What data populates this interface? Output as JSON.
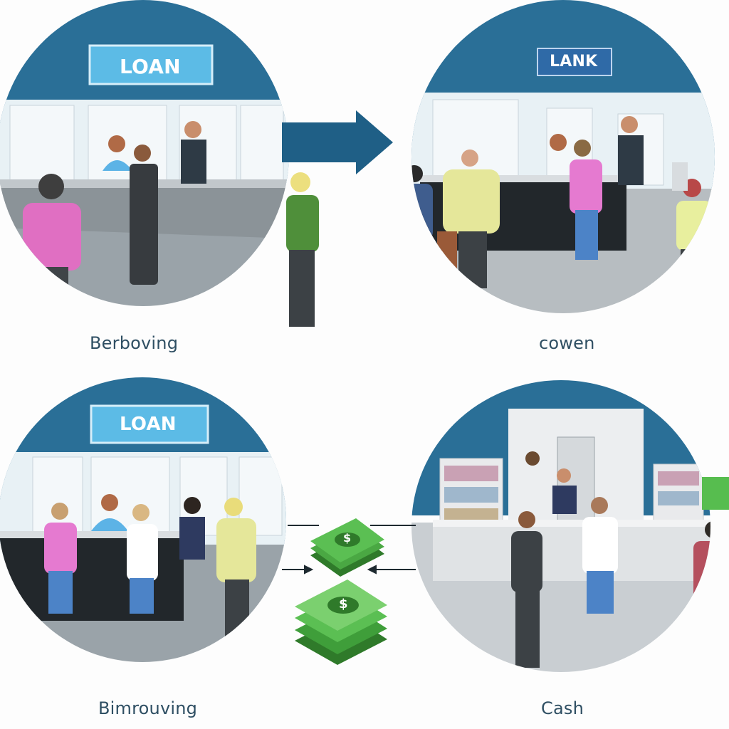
{
  "scenes": [
    {
      "sign": "LOAN",
      "caption": "Berboving"
    },
    {
      "sign": "LANK",
      "caption": "cowen"
    },
    {
      "sign": "LOAN",
      "caption": "Bimrouving"
    },
    {
      "sign": "",
      "caption": "Cash"
    }
  ],
  "money": {
    "symbol": "$"
  },
  "colors": {
    "wall": "#2a6f97",
    "window": "#e9f2f6",
    "counter": "#23282c",
    "floor": "#9aa3a9",
    "money": "#3f9e3a",
    "arrow": "#1f5f86"
  }
}
